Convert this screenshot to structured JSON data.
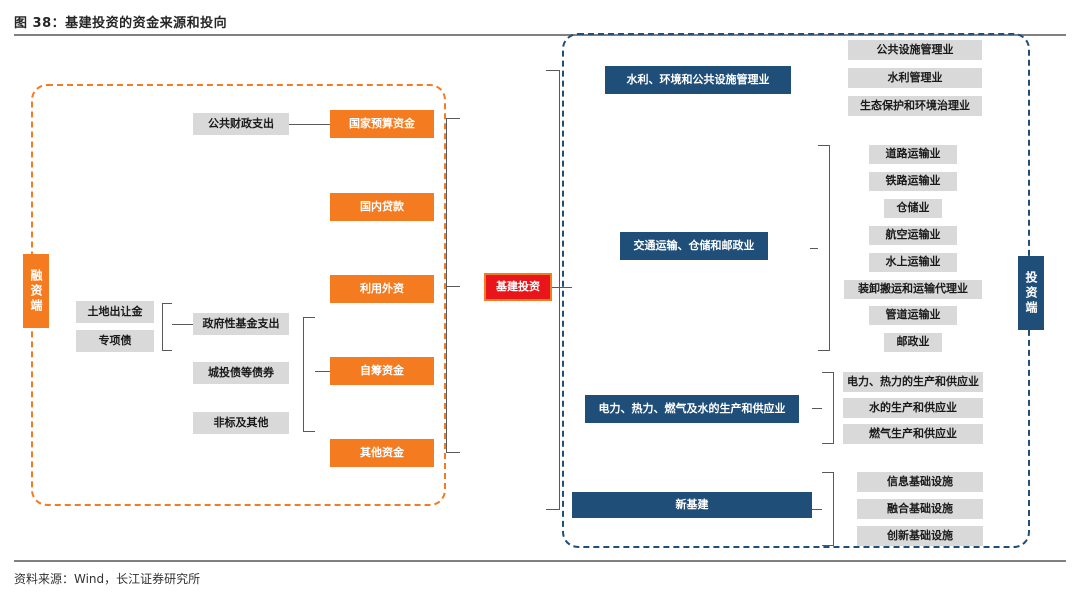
{
  "header": {
    "figure_title": "图 38：基建投资的资金来源和投向"
  },
  "footer": {
    "source": "资料来源：Wind，长江证券研究所"
  },
  "colors": {
    "orange": "#F47B20",
    "blue": "#1F4E79",
    "red": "#E8161A",
    "gray": "#D9D9D9"
  },
  "center": {
    "label": "基建投资"
  },
  "financing": {
    "side_label": "融资端",
    "funding_sources": [
      {
        "label": "国家预算资金"
      },
      {
        "label": "国内贷款"
      },
      {
        "label": "利用外资"
      },
      {
        "label": "自筹资金"
      },
      {
        "label": "其他资金"
      }
    ],
    "mid_items": [
      {
        "label": "政府性基金支出"
      },
      {
        "label": "城投债等债券"
      },
      {
        "label": "非标及其他"
      }
    ],
    "far_items": [
      {
        "label": "土地出让金"
      },
      {
        "label": "专项债"
      }
    ],
    "budget_item": {
      "label": "公共财政支出"
    }
  },
  "investment": {
    "side_label": "投资端",
    "categories": [
      {
        "label": "水利、环境和公共设施管理业",
        "children": [
          "公共设施管理业",
          "水利管理业",
          "生态保护和环境治理业"
        ]
      },
      {
        "label": "交通运输、仓储和邮政业",
        "children": [
          "道路运输业",
          "铁路运输业",
          "仓储业",
          "航空运输业",
          "水上运输业",
          "装卸搬运和运输代理业",
          "管道运输业",
          "邮政业"
        ]
      },
      {
        "label": "电力、热力、燃气及水的生产和供应业",
        "children": [
          "电力、热力的生产和供应业",
          "水的生产和供应业",
          "燃气生产和供应业"
        ]
      },
      {
        "label": "新基建",
        "children": [
          "信息基础设施",
          "融合基础设施",
          "创新基础设施"
        ]
      }
    ]
  }
}
